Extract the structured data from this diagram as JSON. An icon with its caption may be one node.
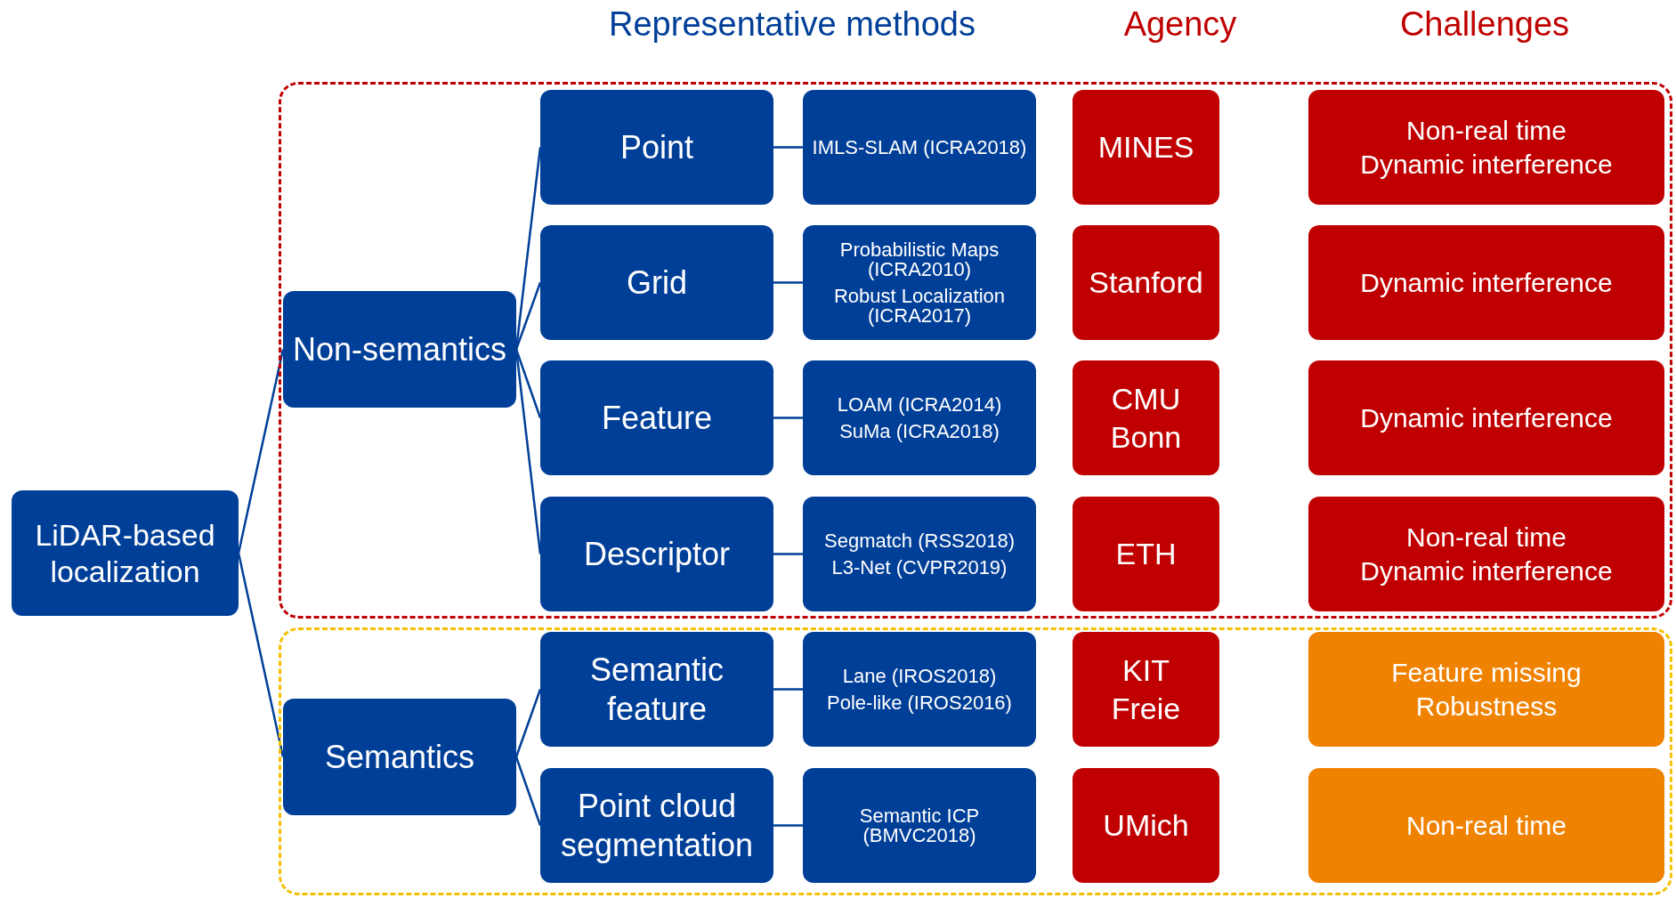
{
  "diagram": {
    "nodes": [
      {
        "text": [
          "LiDAR-based localization"
        ]
      },
      {
        "text": [],
        "shape": "box"
      },
      {
        "text": [
          "Non-semantics"
        ],
        "in": 1
      },
      {
        "text": [
          "Point"
        ],
        "in": 1
      },
      {
        "text": [
          "IMLS-SLAM (ICRA2018)"
        ],
        "in": 1
      },
      {
        "text": [
          "MINES"
        ],
        "in": 1
      },
      {
        "text": [
          "Non-real time",
          "Dynamic interference"
        ],
        "in": 1
      },
      {
        "text": [
          "Grid"
        ],
        "in": 1
      },
      {
        "text": [
          "Probabilistic Maps (ICRA2010)",
          "Robust Localization (ICRA2017)"
        ],
        "in": 1
      },
      {
        "text": [
          "Stanford"
        ],
        "in": 1
      },
      {
        "text": [
          "Dynamic interference"
        ],
        "in": 1
      },
      {
        "text": [
          "Feature"
        ],
        "in": 1
      },
      {
        "text": [
          "LOAM (ICRA2014)",
          "SuMa (ICRA2018)"
        ],
        "in": 1
      },
      {
        "text": [
          "CMU",
          "Bonn"
        ],
        "in": 1
      },
      {
        "text": [
          "Dynamic interference"
        ],
        "in": 1
      },
      {
        "text": [
          "Descriptor"
        ],
        "in": 1
      },
      {
        "text": [
          "Segmatch (RSS2018)",
          "L3-Net (CVPR2019)"
        ],
        "in": 1
      },
      {
        "text": [
          "ETH"
        ],
        "in": 1
      },
      {
        "text": [
          "Non-real time",
          "Dynamic interference"
        ],
        "in": 1
      },
      {
        "text": [],
        "shape": "box"
      },
      {
        "text": [
          "Semantics"
        ],
        "in": 19
      },
      {
        "text": [
          "Semantic feature"
        ],
        "in": 19
      },
      {
        "text": [
          "Lane (IROS2018)",
          "Pole-like (IROS2016)"
        ],
        "in": 19
      },
      {
        "text": [
          "KIT",
          "Freie"
        ],
        "in": 19
      },
      {
        "text": [
          "Feature missing",
          "Robustness"
        ],
        "in": 19
      },
      {
        "text": [
          "Point cloud segmentation"
        ],
        "in": 19
      },
      {
        "text": [
          "Semantic ICP (BMVC2018)"
        ],
        "in": 19
      },
      {
        "text": [
          "UMich"
        ],
        "in": 19
      },
      {
        "text": [
          "Non-real time"
        ],
        "in": 19
      }
    ],
    "edges": [
      {
        "from": 0,
        "to": 2,
        "arrow": "none"
      },
      {
        "from": 0,
        "to": 20,
        "arrow": "none"
      },
      {
        "from": 2,
        "to": 3,
        "arrow": "none"
      },
      {
        "from": 2,
        "to": 7,
        "arrow": "none"
      },
      {
        "from": 2,
        "to": 11,
        "arrow": "none"
      },
      {
        "from": 2,
        "to": 15,
        "arrow": "none"
      },
      {
        "from": 3,
        "to": 4,
        "arrow": "none"
      },
      {
        "from": 7,
        "to": 8,
        "arrow": "none"
      },
      {
        "from": 11,
        "to": 12,
        "arrow": "none"
      },
      {
        "from": 15,
        "to": 16,
        "arrow": "none"
      },
      {
        "from": 20,
        "to": 21,
        "arrow": "none"
      },
      {
        "from": 20,
        "to": 25,
        "arrow": "none"
      },
      {
        "from": 21,
        "to": 22,
        "arrow": "none"
      },
      {
        "from": 25,
        "to": 26,
        "arrow": "none"
      }
    ],
    "labels": [
      "Representative methods",
      "Agency",
      "Challenges"
    ]
  }
}
